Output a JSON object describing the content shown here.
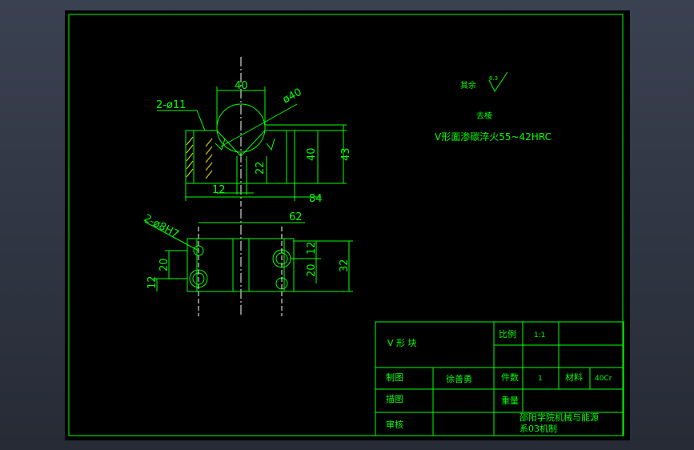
{
  "drawing": {
    "dims": {
      "top_width": "40",
      "holes": "2-ø11",
      "diameter": "ø40",
      "height_inner": "22",
      "height_body": "40",
      "height_total": "43",
      "bottom_width": "12",
      "overall_width": "84",
      "plan_width": "62",
      "pin_holes": "2-ø8H7",
      "plan_left_20": "20",
      "plan_left_12": "12",
      "plan_right_12": "12",
      "plan_right_20": "20",
      "plan_depth": "32"
    },
    "notes": {
      "rest": "其余",
      "roughness": "6.3",
      "deburr": "去棱",
      "hardening": "V形面渗碳淬火55~42HRC"
    }
  },
  "title_block": {
    "part_name": "V  形  块",
    "scale_label": "比例",
    "scale_value": "1:1",
    "drawn_label": "制图",
    "drawn_by": "徐善勇",
    "qty_label": "件数",
    "qty_value": "1",
    "material_label": "材料",
    "material_value": "40Cr",
    "traced_label": "描图",
    "weight_label": "重量",
    "review_label": "审核",
    "school_line1": "邵阳学院机械与能源",
    "school_line2": "系03机制"
  },
  "colors": {
    "paper": "#000000",
    "border": "#00ff00",
    "centerline": "#ffffff",
    "hatch": "#ffff00"
  }
}
